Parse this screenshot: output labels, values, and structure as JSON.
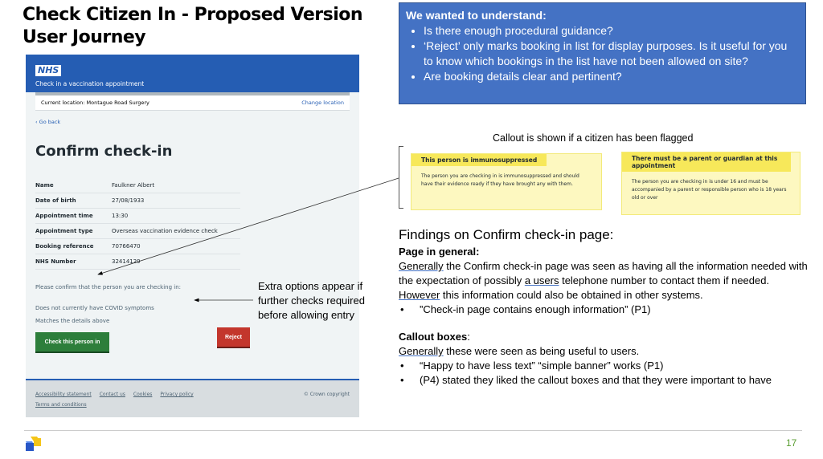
{
  "slide": {
    "title_line1": "Check Citizen In - Proposed Version",
    "title_line2": "User Journey",
    "page_number": "17"
  },
  "mock": {
    "logo": "NHS",
    "service": "Check in a vaccination appointment",
    "location": "Current location: Montague Road Surgery",
    "change_location": "Change location",
    "go_back": "Go back",
    "heading": "Confirm check-in",
    "rows": [
      {
        "label": "Name",
        "value": "Faulkner Albert"
      },
      {
        "label": "Date of birth",
        "value": "27/08/1933"
      },
      {
        "label": "Appointment time",
        "value": "13:30"
      },
      {
        "label": "Appointment type",
        "value": "Overseas vaccination evidence check"
      },
      {
        "label": "Booking reference",
        "value": "70766470"
      },
      {
        "label": "NHS Number",
        "value": "32414129"
      }
    ],
    "confirm_text": "Please confirm that the person you are checking in:",
    "bullets": [
      "Does not currently have COVID symptoms",
      "Matches the details above"
    ],
    "check_button": "Check this person in",
    "reject_button": "Reject",
    "footer": {
      "links": [
        "Accessibility statement",
        "Contact us",
        "Cookies",
        "Privacy policy",
        "Terms and conditions"
      ],
      "copyright": "© Crown copyright"
    }
  },
  "questions": {
    "heading": "We wanted to understand:",
    "items": [
      "Is there enough procedural guidance?",
      "‘Reject’ only marks booking in list for display purposes. Is it useful for you to know which bookings in the list have not been allowed on site?",
      "Are booking details clear and pertinent?"
    ]
  },
  "callout_caption": "Callout is shown if a citizen has been flagged",
  "callouts": [
    {
      "title": "This person is immunosuppressed",
      "body": "The person you are checking in is immunosuppressed and should have their evidence ready if they have brought any with them."
    },
    {
      "title": "There must be a parent or guardian at this appointment",
      "body": "The person you are checking in is under 16 and must be accompanied by a parent or responsible person who is 18 years old or over"
    }
  ],
  "extra_options": "Extra options appear if further checks required before allowing entry",
  "findings": {
    "heading": "Findings on Confirm check-in page:",
    "general_heading": "Page in general:",
    "general_w1": "Generally",
    "general_t1": " the Confirm check-in page was seen as having all the information needed with the expectation of possibly ",
    "general_w2": "a users",
    "general_t2": " telephone number to contact them if needed. ",
    "general_w3": "However",
    "general_t3": " this information could also be obtained in other systems.",
    "general_quote": "”Check-in page contains enough information” (P1)",
    "callout_heading": "Callout boxes",
    "callout_w1": "Generally",
    "callout_t1": " these were seen as being useful to users.",
    "callout_bullets": [
      "“Happy to have less text” “simple banner” works (P1)",
      "(P4) stated they liked the callout boxes and that they were important to have"
    ]
  }
}
